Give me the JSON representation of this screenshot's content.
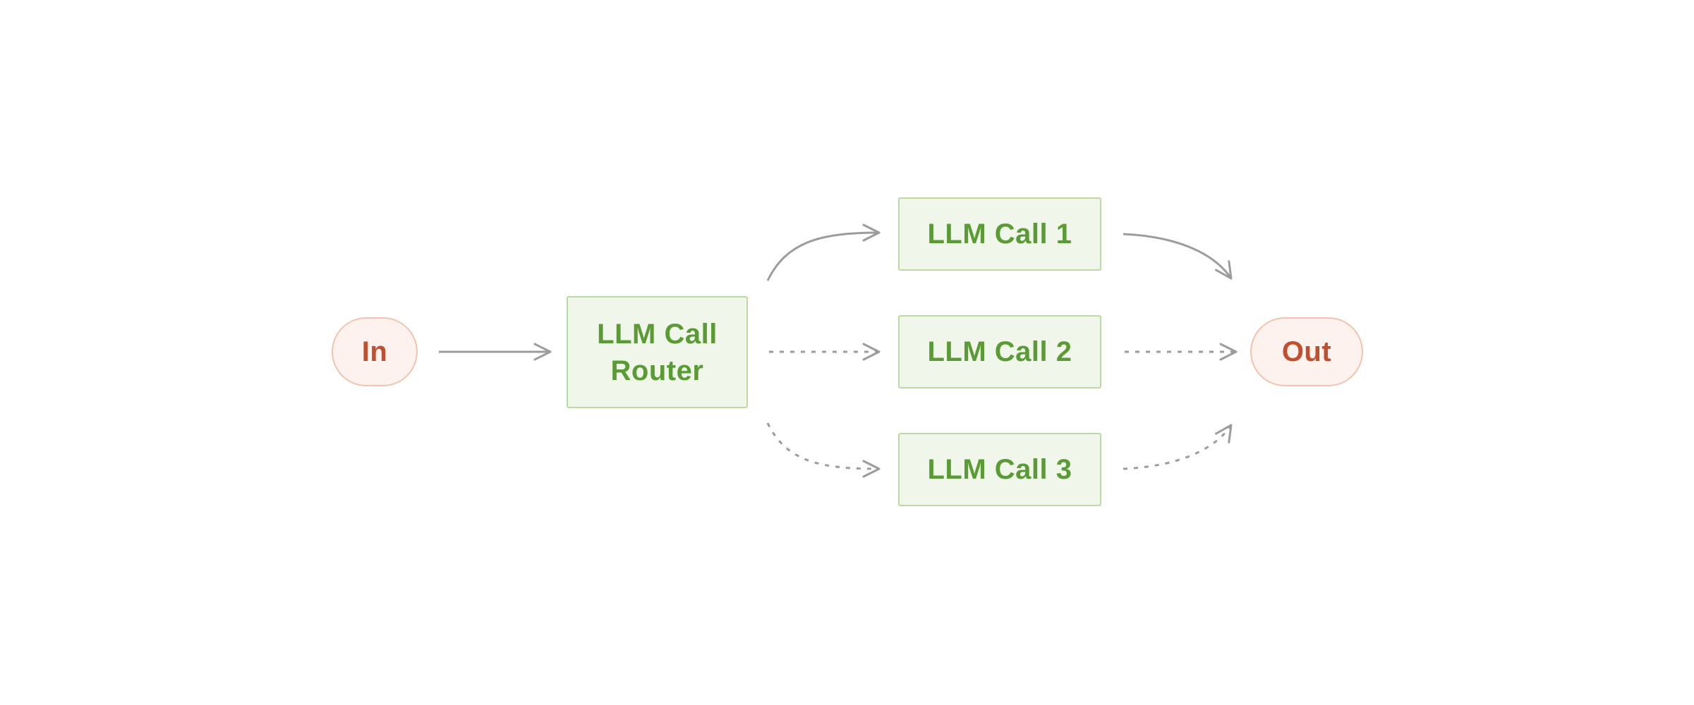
{
  "diagram": {
    "nodes": {
      "input": {
        "label": "In"
      },
      "router": {
        "line1": "LLM Call",
        "line2": "Router"
      },
      "call1": {
        "label": "LLM Call 1"
      },
      "call2": {
        "label": "LLM Call 2"
      },
      "call3": {
        "label": "LLM Call 3"
      },
      "output": {
        "label": "Out"
      }
    },
    "edges": [
      {
        "from": "in",
        "to": "router",
        "style": "solid"
      },
      {
        "from": "router",
        "to": "llm-call-1",
        "style": "solid"
      },
      {
        "from": "router",
        "to": "llm-call-2",
        "style": "dashed"
      },
      {
        "from": "router",
        "to": "llm-call-3",
        "style": "dashed"
      },
      {
        "from": "llm-call-1",
        "to": "out",
        "style": "solid"
      },
      {
        "from": "llm-call-2",
        "to": "out",
        "style": "dashed"
      },
      {
        "from": "llm-call-3",
        "to": "out",
        "style": "dashed"
      }
    ],
    "colors": {
      "green_fill": "#f0f7ea",
      "green_border": "#bcd9a4",
      "green_text": "#5b9b36",
      "red_fill": "#fdf2ee",
      "red_border": "#f2c3ae",
      "red_text": "#c14e2e",
      "arrow": "#9c9c9c",
      "background": "#ffffff"
    }
  }
}
